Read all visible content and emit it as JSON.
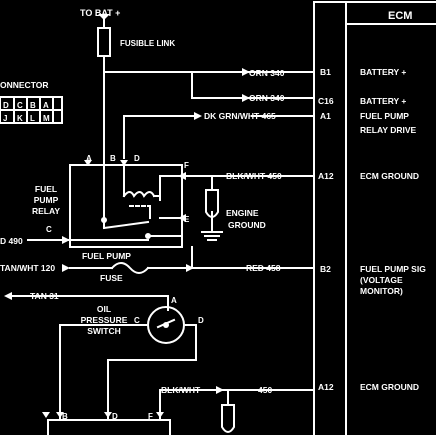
{
  "top": {
    "to_bat": "TO BAT +",
    "fusible_link": "FUSIBLE LINK"
  },
  "ecm": {
    "title": "ECM"
  },
  "connector": {
    "label": "ONNECTOR",
    "top_row": [
      "D",
      "C",
      "B",
      "A"
    ],
    "bottom_row": [
      "J",
      "K",
      "L",
      "M"
    ]
  },
  "wires": {
    "orn_340_a": "ORN 340",
    "orn_340_b": "ORN 340",
    "dk_grn_wht_465": "DK GRN/WHT 465",
    "blk_wht_450": "BLK/WHT 450",
    "wire_490": "D 490",
    "tan_wht_120": "TAN/WHT 120",
    "red_458": "RED 458",
    "tan_31": "TAN 31",
    "blk_wht": "BLK/WHT",
    "num_450": "450"
  },
  "relay": {
    "title_lines": [
      "FUEL",
      "PUMP",
      "RELAY"
    ],
    "pin_a": "A",
    "pin_b": "B",
    "pin_c": "C",
    "pin_d": "D",
    "pin_e": "E",
    "pin_f": "F"
  },
  "fuse": {
    "line1": "FUEL PUMP",
    "line2": "FUSE"
  },
  "engine_ground": {
    "line1": "ENGINE",
    "line2": "GROUND"
  },
  "oil_switch": {
    "lines": [
      "OIL",
      "PRESSURE",
      "SWITCH"
    ],
    "pin_a": "A",
    "pin_c": "C",
    "pin_d": "D"
  },
  "bottom_pins": {
    "b": "B",
    "d": "D",
    "f": "F"
  },
  "ecm_pins": [
    {
      "pin": "B1",
      "desc": [
        "BATTERY +"
      ]
    },
    {
      "pin": "C16",
      "desc": [
        "BATTERY +"
      ]
    },
    {
      "pin": "A1",
      "desc": [
        "FUEL PUMP",
        "RELAY DRIVE"
      ]
    },
    {
      "pin": "A12",
      "desc": [
        "ECM GROUND"
      ]
    },
    {
      "pin": "B2",
      "desc": [
        "FUEL PUMP SIG",
        "(VOLTAGE",
        "MONITOR)"
      ]
    },
    {
      "pin": "A12",
      "desc": [
        "ECM GROUND"
      ]
    }
  ]
}
